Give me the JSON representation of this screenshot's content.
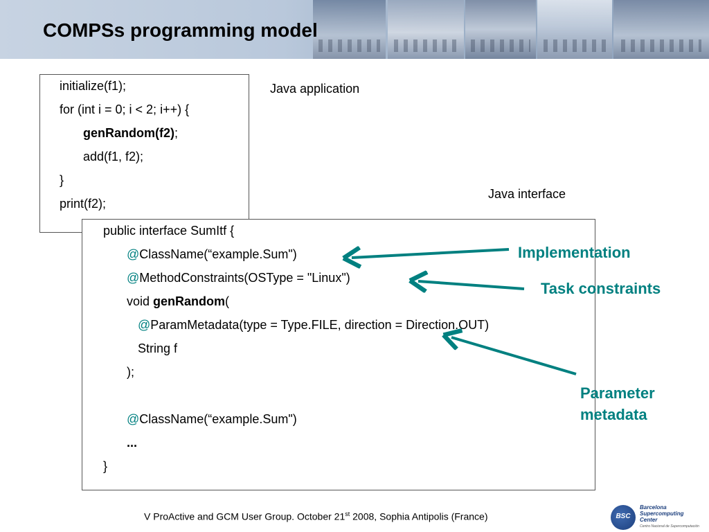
{
  "title": "COMPSs programming model",
  "java_application_label": "Java application",
  "java_interface_label": "Java interface",
  "application_code": {
    "line1": "initialize(f1);",
    "line2": "for (int i = 0; i < 2; i++) {",
    "line3_bold": "genRandom(f2)",
    "line3_rest": ";",
    "line4": "add(f1, f2);",
    "line5": "}",
    "line6": "print(f2);"
  },
  "interface_code": {
    "line1": "public interface SumItf {",
    "at": "@",
    "line2": "ClassName(“example.Sum\")",
    "line3": "MethodConstraints(OSType = \"Linux\")",
    "line4_pre": "void ",
    "line4_bold": "genRandom",
    "line4_post": "(",
    "line5": "ParamMetadata(type = Type.FILE, direction = Direction.OUT)",
    "line6": "String f",
    "line7": ");",
    "line8": "ClassName(“example.Sum\")",
    "line9": "...",
    "line10": "}"
  },
  "callouts": {
    "implementation": "Implementation",
    "task_constraints": "Task constraints",
    "parameter_line1": "Parameter",
    "parameter_line2": "metadata"
  },
  "footer": {
    "pre": "V ProActive and GCM User Group. October 21",
    "sup": "st",
    "post": " 2008, Sophia Antipolis (France)"
  },
  "logo": {
    "badge": "BSC",
    "line1": "Barcelona",
    "line2": "Supercomputing",
    "line3": "Center",
    "sub": "Centro Nacional de Supercomputación"
  },
  "colors": {
    "accent": "#008080",
    "header": "#b9c8db"
  }
}
